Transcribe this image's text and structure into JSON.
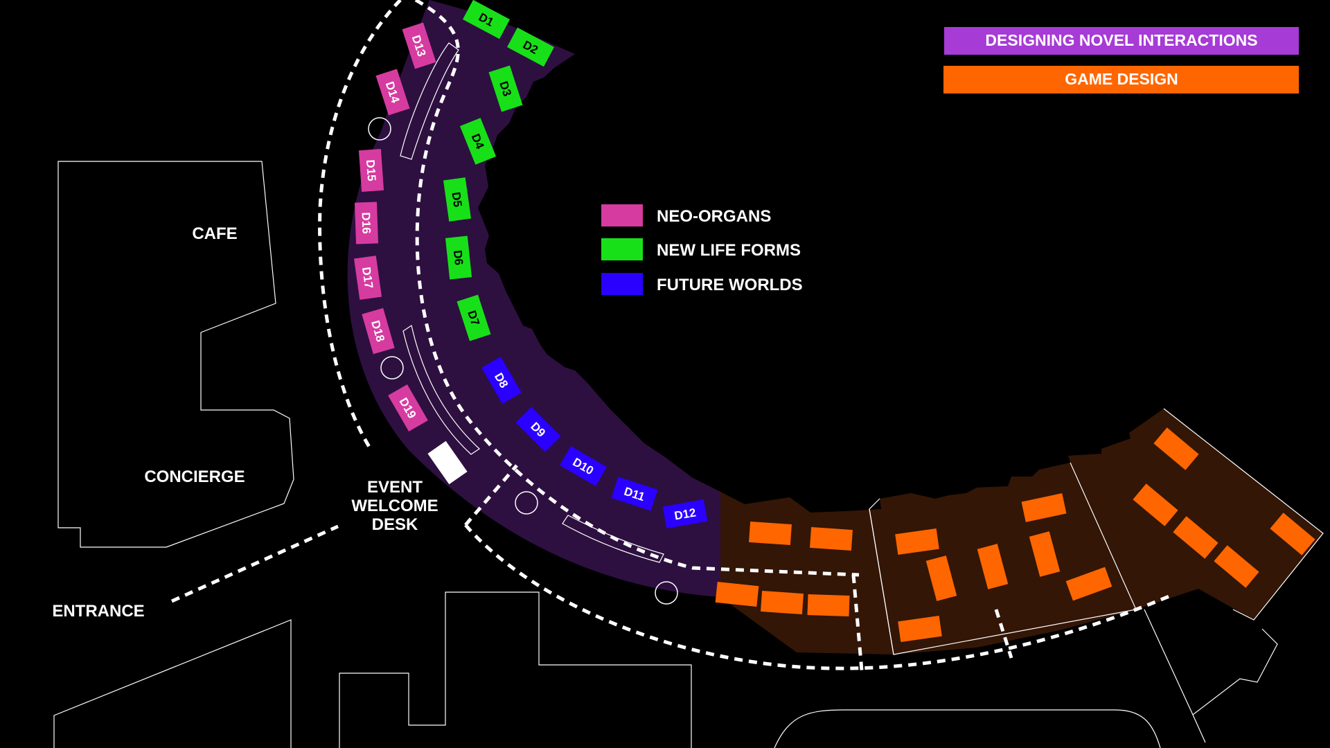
{
  "labels": {
    "cafe": "CAFE",
    "concierge": "CONCIERGE",
    "entrance": "ENTRANCE",
    "welcome_desk": [
      "EVENT",
      "WELCOME",
      "DESK"
    ]
  },
  "legend": [
    {
      "label": "NEO-ORGANS",
      "color": "#d63ba0"
    },
    {
      "label": "NEW LIFE FORMS",
      "color": "#18e018"
    },
    {
      "label": "FUTURE WORLDS",
      "color": "#2a00ff"
    }
  ],
  "zones": [
    {
      "label": "DESIGNING NOVEL INTERACTIONS",
      "color": "#a63bd6"
    },
    {
      "label": "GAME DESIGN",
      "color": "#ff6600"
    }
  ],
  "colors": {
    "background": "#000000",
    "arc_zone": "#2d1040",
    "game_zone": "#331606",
    "outline": "#ffffff"
  },
  "booths": [
    {
      "id": "D1",
      "group": "new-life-forms"
    },
    {
      "id": "D2",
      "group": "new-life-forms"
    },
    {
      "id": "D3",
      "group": "new-life-forms"
    },
    {
      "id": "D4",
      "group": "new-life-forms"
    },
    {
      "id": "D5",
      "group": "new-life-forms"
    },
    {
      "id": "D6",
      "group": "new-life-forms"
    },
    {
      "id": "D7",
      "group": "new-life-forms"
    },
    {
      "id": "D8",
      "group": "future-worlds"
    },
    {
      "id": "D9",
      "group": "future-worlds"
    },
    {
      "id": "D10",
      "group": "future-worlds"
    },
    {
      "id": "D11",
      "group": "future-worlds"
    },
    {
      "id": "D12",
      "group": "future-worlds"
    },
    {
      "id": "D13",
      "group": "neo-organs"
    },
    {
      "id": "D14",
      "group": "neo-organs"
    },
    {
      "id": "D15",
      "group": "neo-organs"
    },
    {
      "id": "D16",
      "group": "neo-organs"
    },
    {
      "id": "D17",
      "group": "neo-organs"
    },
    {
      "id": "D18",
      "group": "neo-organs"
    },
    {
      "id": "D19",
      "group": "neo-organs"
    }
  ]
}
